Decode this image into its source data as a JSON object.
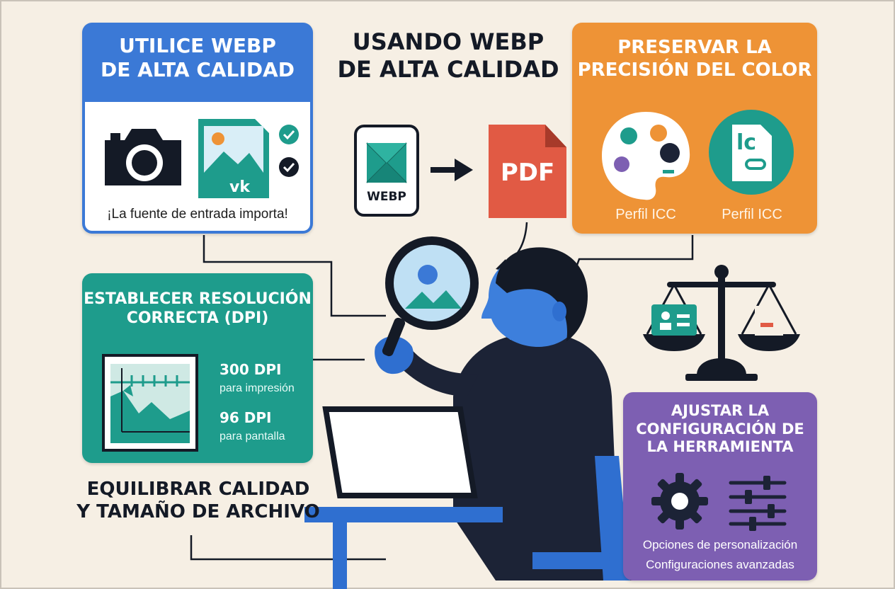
{
  "main_title": {
    "line1": "USANDO WEBP",
    "line2": "DE ALTA CALIDAD"
  },
  "card_webp": {
    "title_line1": "UTILICE WEBP",
    "title_line2": "DE ALTA CALIDAD",
    "image_badge": "vk",
    "caption": "¡La fuente de entrada importa!"
  },
  "conversion": {
    "source_label": "WEBP",
    "target_label": "PDF"
  },
  "card_color": {
    "title_line1": "PRESERVAR LA",
    "title_line2": "PRECISIÓN DEL COLOR",
    "profile_icon_text": "lc",
    "profile_left_label": "Perfil ICC",
    "profile_right_label": "Perfil ICC"
  },
  "card_dpi": {
    "title_line1": "ESTABLECER RESOLUCIÓN",
    "title_line2": "CORRECTA (DPI)",
    "print_value": "300 DPI",
    "print_label": "para impresión",
    "screen_value": "96 DPI",
    "screen_label": "para pantalla"
  },
  "balance": {
    "line1": "EQUILIBRAR CALIDAD",
    "line2": "Y TAMAÑO DE ARCHIVO"
  },
  "card_settings": {
    "title_line1": "AJUSTAR LA",
    "title_line2": "CONFIGURACIÓN DE",
    "title_line3": "LA HERRAMIENTA",
    "option1": "Opciones de personalización",
    "option2": "Configuraciones avanzadas"
  },
  "colors": {
    "blue": "#3b79d6",
    "teal": "#1e9c8c",
    "orange": "#ee9336",
    "purple": "#7d5fb2",
    "navy": "#141a26",
    "pdf_red": "#e15a44",
    "background": "#f6efe4"
  }
}
